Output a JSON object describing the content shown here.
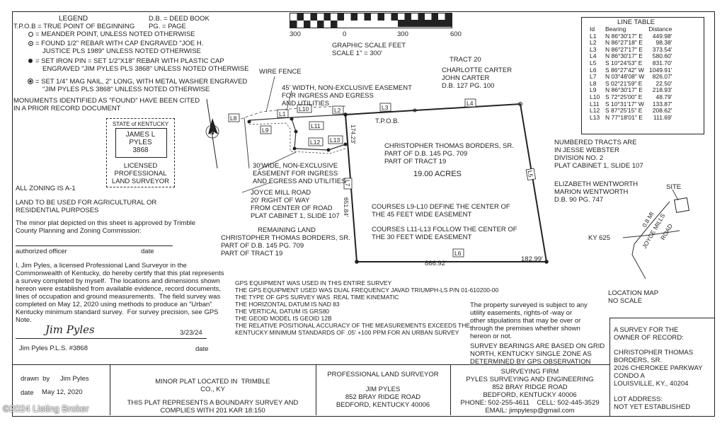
{
  "legend": {
    "title": "LEGEND",
    "tpob": "T.P.O.B = TRUE POINT OF BEGINNING",
    "db": "D.B. = DEED BOOK",
    "pg": "PG. = PAGE",
    "meander": "= MEANDER POINT, UNLESS NOTED OTHERWISE",
    "found_1": "= FOUND 1/2\" REBAR WITH CAP ENGRAVED \"JOE H.",
    "found_2": "JUSTICE PLS 1989\" UNLESS NOTED OTHERWISE",
    "set_pin_1": "= SET IRON PIN = SET 1/2\"X18\" REBAR WITH PLASTIC CAP",
    "set_pin_2": "ENGRAVED \"JIM PYLES PLS 3868\" UNLESS NOTED OTHERWISE",
    "nail_1": "= SET 1/4\" MAG NAIL, 2\" LONG, WITH METAL WASHER ENGRAVED",
    "nail_2": "\"JIM PYLES PLS 3868\" UNLESS NOTED OTHERWISE",
    "monuments_1": "MONUMENTS IDENTIFIED AS \"FOUND\" HAVE BEEN CITED",
    "monuments_2": "IN A PRIOR RECORD DOCUMENT"
  },
  "scale": {
    "ticks": [
      "300",
      "0",
      "300",
      "600"
    ],
    "label_1": "GRAPHIC SCALE FEET",
    "label_2": "SCALE 1\" = 300'"
  },
  "line_table": {
    "title": "LINE TABLE",
    "headers": [
      "Id",
      "Bearing",
      "Distance"
    ],
    "rows": [
      [
        "L1",
        "N 86°30'17\" E",
        "449.98'"
      ],
      [
        "L2",
        "N 86°27'18\" E",
        "98.38'"
      ],
      [
        "L3",
        "N 86°27'17\" E",
        "373.54'"
      ],
      [
        "L4",
        "N 86°30'17\" E",
        "580.60'"
      ],
      [
        "L5",
        "S 10°24'53\" E",
        "831.70'"
      ],
      [
        "L6",
        "S 86°27'42\" W",
        "1049.91'"
      ],
      [
        "L7",
        "N 03°48'08\" W",
        "826.07'"
      ],
      [
        "L8",
        "S 02°21'59\" E",
        "22.50'"
      ],
      [
        "L9",
        "N 86°30'17\" E",
        "218.93'"
      ],
      [
        "L10",
        "S 72°25'00\" E",
        "48.79'"
      ],
      [
        "L11",
        "S 10°31'17\" W",
        "133.87'"
      ],
      [
        "L12",
        "S 87°25'15\" E",
        "208.62'"
      ],
      [
        "L13",
        "N 77°18'01\" E",
        "111.69'"
      ]
    ]
  },
  "seal": {
    "state": "STATE of KENTUCKY",
    "name": "JAMES L",
    "surname": "PYLES",
    "number": "3868",
    "line1": "LICENSED",
    "line2": "PROFESSIONAL",
    "line3": "LAND SURVEYOR"
  },
  "plat": {
    "wire_fence": "WIRE FENCE",
    "easement45_1": "45' WIDTH, NON-EXCLUSIVE EASEMENT",
    "easement45_2": "FOR INGRESS AND EGRESS",
    "easement45_3": "AND UTILITIES",
    "tract20": "TRACT 20",
    "charlotte": "CHARLOTTE CARTER",
    "john": "JOHN CARTER",
    "db127": "D.B. 127 PG. 100",
    "tpob": "T.P.O.B.",
    "dim_174": "174.23'",
    "owner_1": "CHRISTOPHER THOMAS BORDERS, SR.",
    "owner_2": "PART OF D.B. 145 PG. 709",
    "owner_3": "PART OF TRACT 19",
    "acres": "19.00 ACRES",
    "easement30_1": "30'WIDE, NON-EXCLUSIVE",
    "easement30_2": "EASEMENT FOR INGRESS",
    "easement30_3": "AND EGRESS AND UTILITIES",
    "road_1": "JOYCE MILL ROAD",
    "road_2": "20' RIGHT OF WAY",
    "road_3": "FROM CENTER OF ROAD",
    "road_4": "PLAT CABINET 1, SLIDE 107",
    "dim_651": "651.84'",
    "course_a1": "COURSES L9-L10 DEFINE THE CENTER OF",
    "course_a2": "THE 45 FEET WIDE EASEMENT",
    "course_b1": "COURSES L11-L13 FOLLOW THE CENTER OF",
    "course_b2": "THE 30 FEET WIDE EASEMENT",
    "remaining_1": "REMAINING LAND",
    "remaining_2": "CHRISTOPHER THOMAS BORDERS, SR.",
    "remaining_3": "PART OF D.B. 145 PG. 709",
    "remaining_4": "PART OF TRACT 19",
    "dim_866": "866.92'",
    "dim_182": "182.99'",
    "numbered_1": "NUMBERED TRACTS ARE",
    "numbered_2": "IN JESSE WEBSTER",
    "numbered_3": "DIVISION NO. 2",
    "numbered_4": "PLAT CABINET 1, SLIDE 107",
    "wentworth_1": "ELIZABETH WENTWORTH",
    "wentworth_2": "MARION WENTWORTH",
    "wentworth_3": "D.B. 90 PG. 747",
    "line_labels": [
      "L1",
      "L2",
      "L3",
      "L4",
      "L5",
      "L6",
      "L7",
      "L8",
      "L9",
      "L10",
      "L11",
      "L12",
      "L13"
    ]
  },
  "location_map": {
    "site": "SITE",
    "dist": "0.8 MI",
    "joyce": "JOYCE MILLS",
    "road": "ROAD",
    "ky": "KY 625",
    "title": "LOCATION MAP",
    "noscale": "NO SCALE"
  },
  "notes": {
    "zoning": "ALL ZONING IS A-1",
    "use_1": "LAND TO BE USED FOR AGRICULTURAL OR",
    "use_2": "RESIDENTIAL PURPOSES",
    "approved_1": "The minor plat depicted on this sheet is approved by Trimble",
    "approved_2": "County Planning and Zoning Commission:",
    "officer": "authorized officer",
    "date": "date",
    "cert_1": "I, Jim Pyles, a licensed Professional Land Surveyor in the",
    "cert_2": "Commonwealth of Kentucky, do hereby certify that this plat represents",
    "cert_3": "a survey completed by myself.  The locations and dimensions shown",
    "cert_4": "hereon were established from available evidence, record documents,",
    "cert_5": "lines of occupation and ground measurements.  The field survey was",
    "cert_6": "completed on May 12, 2020 using methods to produce an \"Urban\"",
    "cert_7": "Kentucky minimum standard survey.  For survey precision, see GPS",
    "cert_8": "Note.",
    "signature": "Jim Pyles",
    "sig_date": "3/23/24",
    "pls": "Jim Pyles P.L.S. #3868",
    "sig_date_label": "date"
  },
  "gps": {
    "l1": "GPS EQUIPMENT WAS USED IN THIS ENTIRE SURVEY",
    "l2": "THE GPS EQUIPMENT USED WAS DUAL FREQUENCY JAVAD TRIUMPH-LS P/N 01-610200-00",
    "l3": "THE TYPE OF GPS SURVEY WAS  REAL TIME KINEMATIC",
    "l4": "THE HORIZONTAL DATUM IS NAD 83",
    "l5": "THE VERTICAL DATUM IS GRS80",
    "l6": "THE GEOID MODEL IS GEOID 12B",
    "l7": "THE RELATIVE POSITIONAL ACCURACY OF THE MEASUREMENTS EXCEEDS THE",
    "l8": "KENTUCKY MINIMUM STANDARDS OF .05' +100 PPM FOR AN URBAN SURVEY"
  },
  "subject": {
    "l1": "The property surveyed is subject to any",
    "l2": "utility easements, rights-of -way or",
    "l3": "other stipulations that may be over or",
    "l4": "through the premises whether shown",
    "l5": "hereon or not."
  },
  "bearings": {
    "l1": "SURVEY BEARINGS ARE BASED ON GRID",
    "l2": "NORTH, KENTUCKY SINGLE ZONE AS",
    "l3": "DETERMINED BY GPS OBSERVATION"
  },
  "owner_box": {
    "l1": "A SURVEY FOR THE",
    "l2": "OWNER OF RECORD:",
    "l3": "CHRISTOPHER THOMAS",
    "l4": "BORDERS, SR.",
    "l5": "2026 CHEROKEE PARKWAY",
    "l6": "CONDO A",
    "l7": "LOUISVILLE, KY., 40204",
    "l8": "LOT ADDRESS:",
    "l9": "NOT YET ESTABLISHED"
  },
  "title_block": {
    "drawn_label": "drawn  by",
    "drawn_value": "Jim Pyles",
    "date_label": "date",
    "date_value": "May 12, 2020",
    "minor_1": "MINOR PLAT LOCATED IN  TRIMBLE",
    "minor_2": "CO., KY",
    "minor_3": "THIS PLAT REPRESENTS A BOUNDARY SURVEY AND",
    "minor_4": "COMPLIES WITH 201 KAR 18:150",
    "pls_title": "PROFESSIONAL LAND SURVEYOR",
    "pls_name": "JIM PYLES",
    "pls_addr": "852 BRAY RIDGE ROAD",
    "pls_city": "BEDFORD, KENTUCKY 40006",
    "firm_1": "SURVEYING FIRM",
    "firm_2": "PYLES SURVEYING AND ENGINEERING",
    "firm_3": "852 BRAY RIDGE ROAD",
    "firm_4": "BEDFORD, KENTUCKY 40006",
    "firm_5": "PHONE: 502-255-4611    CELL: 502-445-3529",
    "firm_6": "EMAIL: jimpylesp@gmail.com"
  },
  "watermark": "©2024 Listing Broker"
}
